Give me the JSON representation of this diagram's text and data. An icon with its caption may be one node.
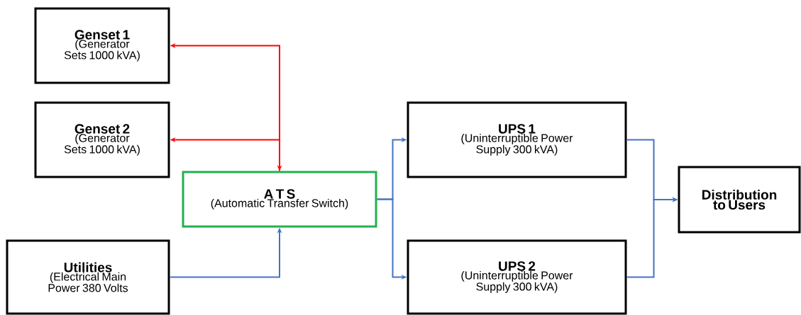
{
  "diagram": {
    "nodes": [
      {
        "text": [
          "Genset 1",
          "(Generator Sets 1000 kVA)"
        ]
      },
      {
        "text": [
          "Genset 2",
          "(Generator Sets 1000 kVA)"
        ]
      },
      {
        "text": [
          "A T S",
          "(Automatic Transfer Switch)"
        ]
      },
      {
        "text": [
          "Utilities",
          "(Electrical Main Power 380 Volts"
        ]
      },
      {
        "text": [
          "UPS 1",
          "(Uninterruptible Power Supply 300 kVA)"
        ]
      },
      {
        "text": [
          "UPS 2",
          "(Uninterruptible Power Supply 300 kVA)"
        ]
      },
      {
        "text": [
          "Distribution to Users"
        ]
      }
    ],
    "edges": [
      {
        "from": 2,
        "to": 0,
        "arrow": "both",
        "color": "#ff0000"
      },
      {
        "from": 2,
        "to": 1,
        "arrow": "to",
        "color": "#ff0000"
      },
      {
        "from": 3,
        "to": 2,
        "arrow": "to"
      },
      {
        "from": 2,
        "to": 4,
        "arrow": "to"
      },
      {
        "from": 2,
        "to": 5,
        "arrow": "to"
      },
      {
        "from": 4,
        "to": 6,
        "arrow": "to"
      },
      {
        "from": 5,
        "to": 6,
        "arrow": "to"
      }
    ]
  }
}
